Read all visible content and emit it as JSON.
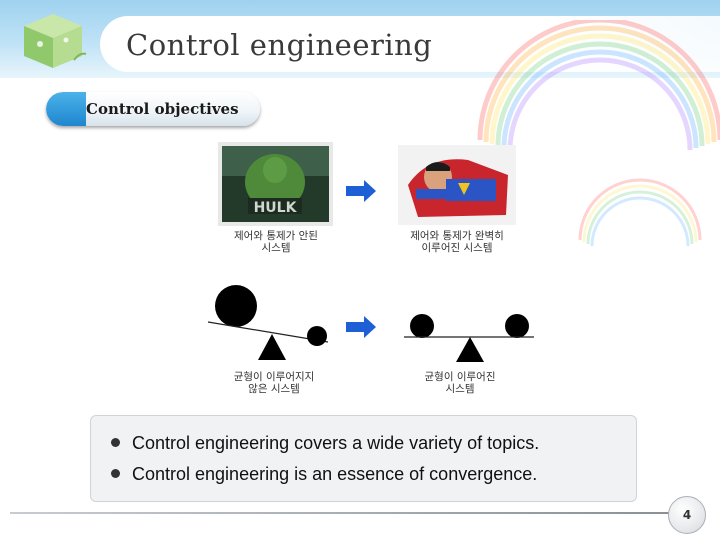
{
  "header": {
    "title": "Control engineering"
  },
  "section": {
    "label": "Control objectives"
  },
  "figures": {
    "hulk_caption": [
      "제어와 통제가 안된",
      "시스템"
    ],
    "superman_caption": [
      "제어와 통제가 완벽히",
      "이루어진 시스템"
    ],
    "unbalanced_caption": [
      "균형이 이루어지지",
      "않은 시스템"
    ],
    "balanced_caption": [
      "균형이 이루어진",
      "시스템"
    ],
    "poster_text": "HULK"
  },
  "bullets": [
    "Control engineering covers a wide variety of topics.",
    "Control engineering is an essence of convergence."
  ],
  "footer": {
    "page_number": "4"
  },
  "colors": {
    "accent_blue": "#1f86cf",
    "arrow_blue": "#1f5fd6",
    "header_blue": "#9fd2ef"
  }
}
